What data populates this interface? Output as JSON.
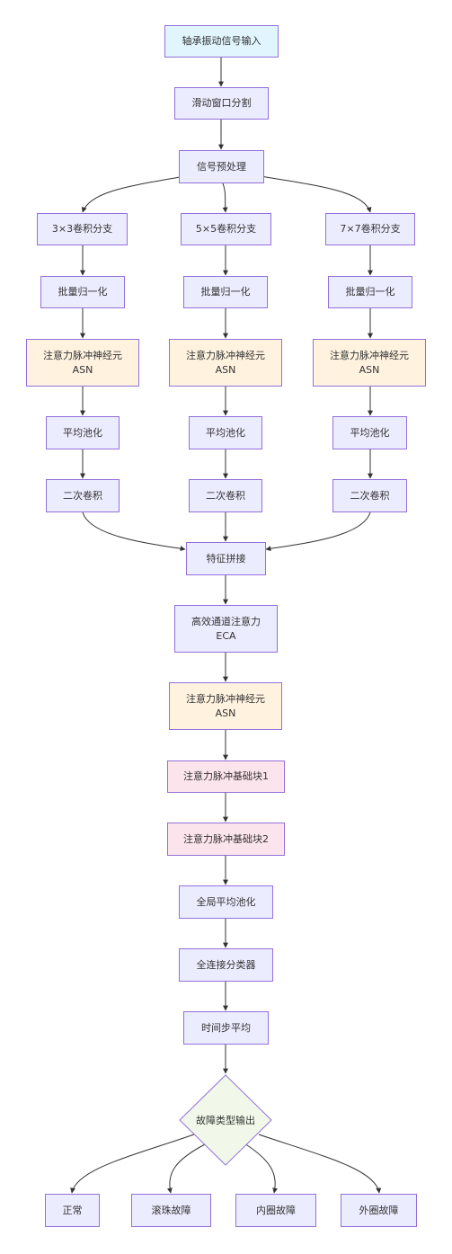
{
  "nodes": {
    "input": "轴承振动信号输入",
    "window": "滑动窗口分割",
    "preprocess": "信号预处理",
    "branch3": "3×3卷积分支",
    "branch5": "5×5卷积分支",
    "branch7": "7×7卷积分支",
    "bn": "批量归一化",
    "asn_line1": "注意力脉冲神经元",
    "asn_line2": "ASN",
    "avgpool": "平均池化",
    "conv2": "二次卷积",
    "concat": "特征拼接",
    "eca_line1": "高效通道注意力",
    "eca_line2": "ECA",
    "block1": "注意力脉冲基础块1",
    "block2": "注意力脉冲基础块2",
    "gap": "全局平均池化",
    "fc": "全连接分类器",
    "timeavg": "时间步平均",
    "output": "故障类型输出",
    "normal": "正常",
    "ball": "滚珠故障",
    "inner": "内圈故障",
    "outer": "外圈故障"
  },
  "colors": {
    "default_fill": "#ececff",
    "input_fill": "#e1f5fe",
    "asn_fill": "#fff3e0",
    "block_fill": "#fce4ec",
    "output_fill": "#f1f8e9",
    "border": "#9370db",
    "edge": "#333333"
  }
}
